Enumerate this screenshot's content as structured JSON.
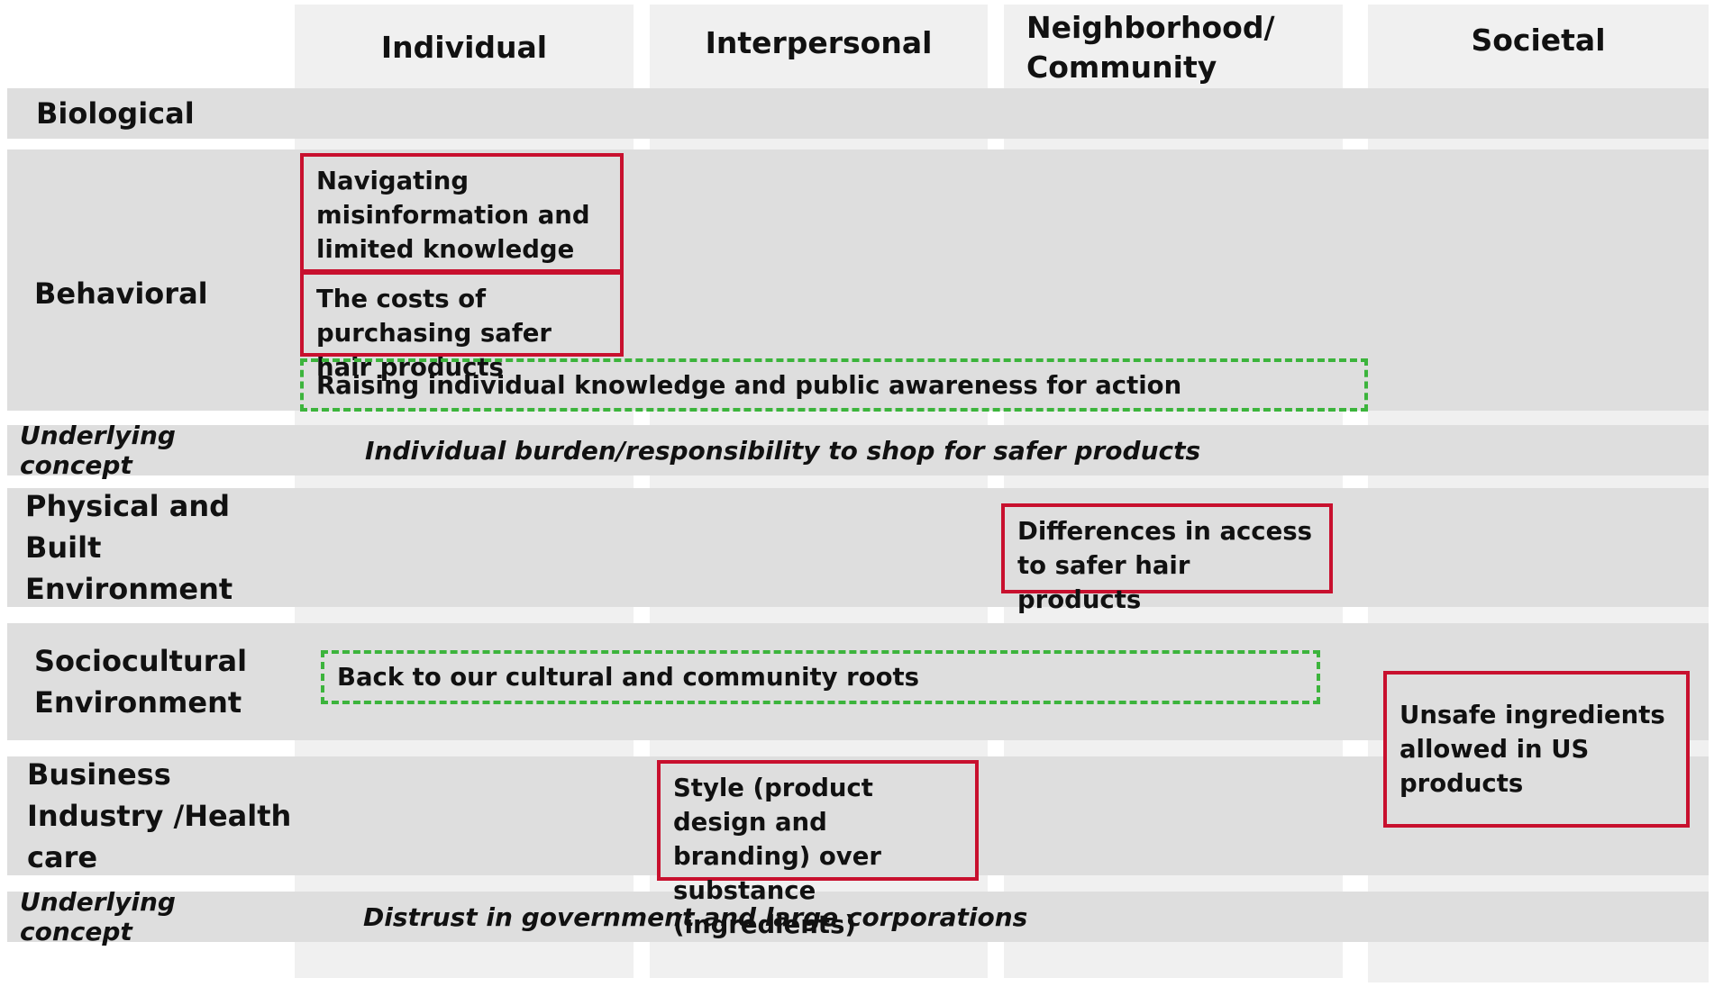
{
  "columns": [
    "Individual",
    "Interpersonal",
    "Neighborhood/ Community",
    "Societal"
  ],
  "rows": {
    "biological": "Biological",
    "behavioral": "Behavioral",
    "concept1": "Underlying concept",
    "physical": "Physical and Built Environment",
    "sociocultural": "Sociocultural Environment",
    "business": "Business Industry /Health care",
    "concept2": "Underlying concept"
  },
  "concepts": {
    "first": "Individual burden/responsibility to shop for safer products",
    "second": "Distrust in government and large corporations"
  },
  "barriers": {
    "misinformation": "Navigating misinformation and limited knowledge",
    "costs": "The costs of purchasing safer hair products",
    "access": "Differences in access to safer hair products",
    "style": "Style (product design and branding) over substance (ingredients)",
    "unsafe": "Unsafe ingredients allowed in US products"
  },
  "facilitators": {
    "awareness": "Raising individual knowledge and public awareness for action",
    "roots": "Back to our cultural and community roots"
  },
  "colors": {
    "barrier_border": "#c8102e",
    "facilitator_border": "#3cb43c",
    "row_band": "#dedede",
    "column_band": "#f0f0f0"
  }
}
